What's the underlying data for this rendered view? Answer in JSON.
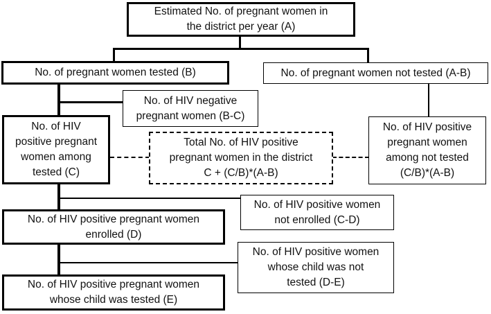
{
  "colors": {
    "line": "#000000",
    "text": "#111111",
    "background": "#ffffff",
    "box_background": "#ffffff"
  },
  "boxes": {
    "a": {
      "lines": [
        "Estimated No. of pregnant women in",
        "the district per year (A)"
      ]
    },
    "b": {
      "lines": [
        "No. of pregnant women tested (B)"
      ]
    },
    "ab": {
      "lines": [
        "No. of pregnant women not tested (A-B)"
      ]
    },
    "bc": {
      "lines": [
        "No. of HIV negative",
        "pregnant women (B-C)"
      ]
    },
    "c": {
      "lines": [
        "No. of HIV",
        "positive pregnant",
        "women among",
        "tested (C)"
      ]
    },
    "total": {
      "lines": [
        "Total No. of HIV positive",
        "pregnant women in the district",
        "C + (C/B)*(A-B)"
      ]
    },
    "cbab": {
      "lines": [
        "No. of HIV positive",
        "pregnant women",
        "among not tested",
        "(C/B)*(A-B)"
      ]
    },
    "d": {
      "lines": [
        "No. of HIV positive pregnant women",
        "enrolled (D)"
      ]
    },
    "cd": {
      "lines": [
        "No. of HIV positive women",
        "not enrolled (C-D)"
      ]
    },
    "de": {
      "lines": [
        "No. of HIV positive women",
        "whose child was not",
        "tested (D-E)"
      ]
    },
    "e": {
      "lines": [
        "No. of HIV positive pregnant women",
        "whose child was tested (E)"
      ]
    }
  }
}
